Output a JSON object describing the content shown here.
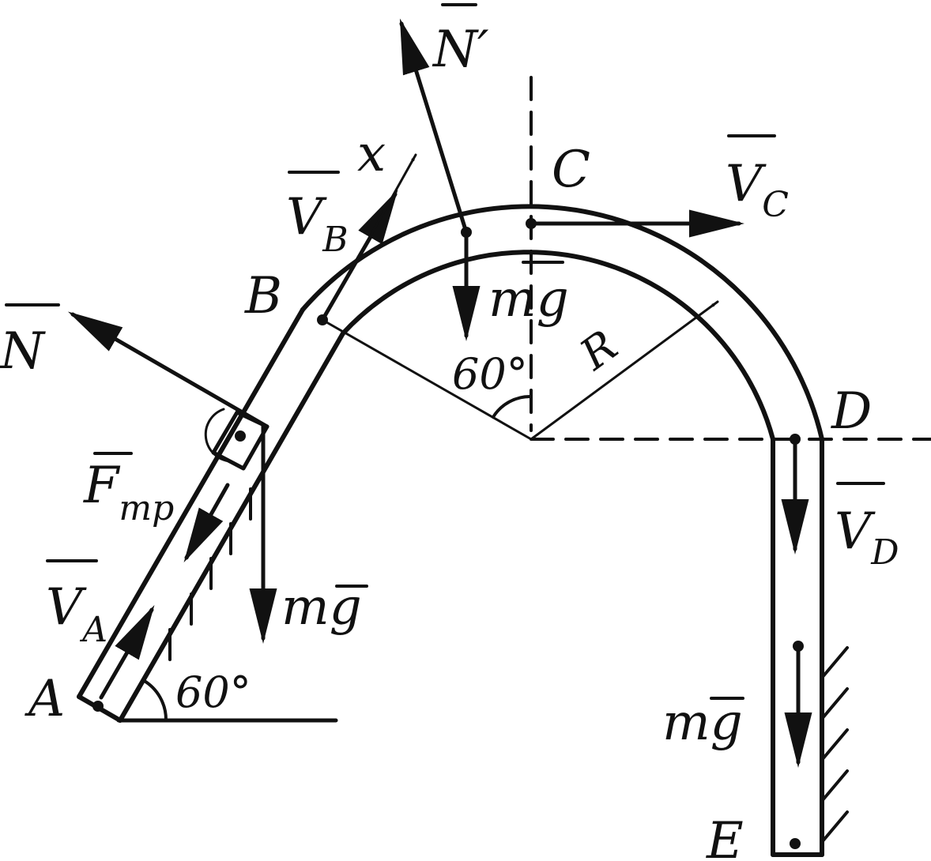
{
  "colors": {
    "ink": "#111111",
    "background": "#ffffff"
  },
  "labels": {
    "point_a": "A",
    "point_b": "B",
    "point_c": "C",
    "point_d": "D",
    "point_e": "E",
    "radius": "R",
    "axis_x": "x",
    "angle_top": "60",
    "angle_bottom": "60",
    "degree": "°",
    "normal": "N",
    "normal_prime": "N",
    "prime": "′",
    "velocity": "V",
    "sub_a": "A",
    "sub_b": "B",
    "sub_c": "C",
    "sub_d": "D",
    "force_m": "m",
    "force_g": "g",
    "friction": "F",
    "friction_sub": "mp"
  }
}
